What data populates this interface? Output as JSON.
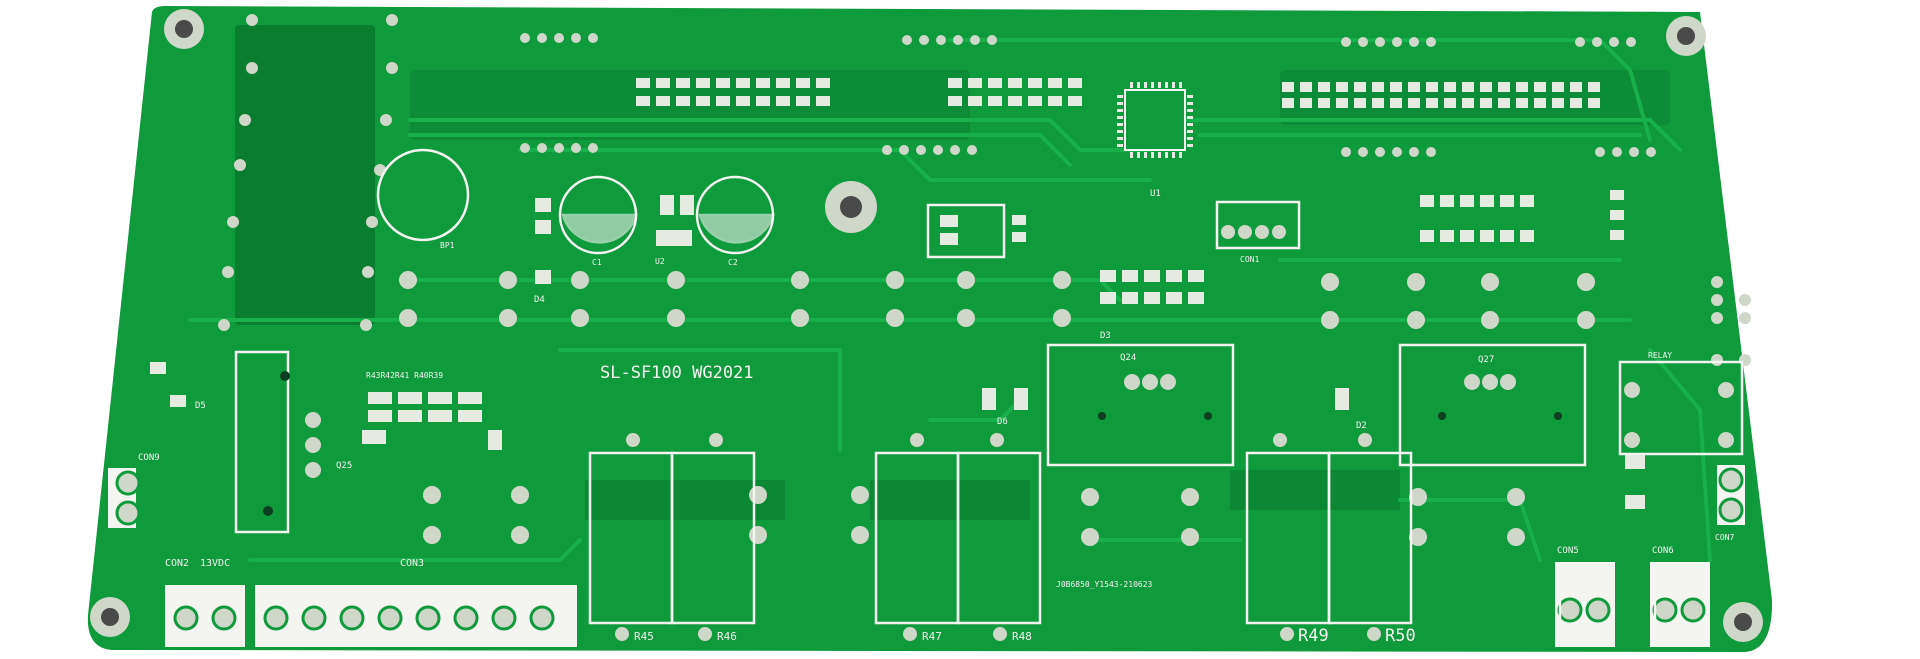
{
  "board": {
    "title_print": "SL-SF100 WG2021",
    "lot_code": "J0B6850_Y1543-210623",
    "colors": {
      "solder_mask": "#0f9a3c",
      "mask_dark": "#0a7d2f",
      "trace": "#17b04a",
      "copper_ring": "#cfd7c8",
      "silkscreen": "#f4f4f0",
      "background": "#ffffff"
    }
  },
  "labels": {
    "con9": "CON9",
    "con2": "CON2",
    "v13vdc": "13VDC",
    "con3": "CON3",
    "con1": "CON1",
    "con5": "CON5",
    "con6": "CON6",
    "con7": "CON7",
    "relay": "RELAY",
    "r45": "R45",
    "r46": "R46",
    "r47": "R47",
    "r48": "R48",
    "r49": "R49",
    "r50": "R50",
    "q24": "Q24",
    "q25": "Q25",
    "q27": "Q27",
    "d2": "D2",
    "d3": "D3",
    "d4": "D4",
    "d5": "D5",
    "d6": "D6",
    "u1": "U1",
    "u2": "U2",
    "c1": "C1",
    "c2": "C2",
    "bp1": "BP1",
    "r42": "R43R42R41 R40R39"
  }
}
